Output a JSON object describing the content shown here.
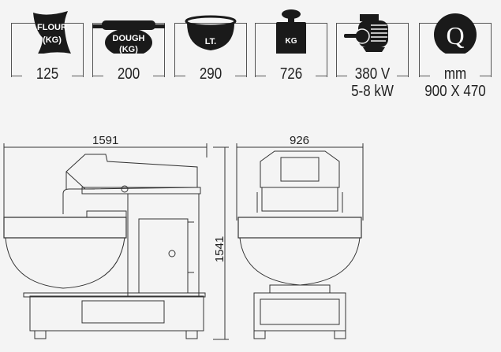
{
  "specs": [
    {
      "icon": "flour-sack-icon",
      "icon_label_1": "FLOUR",
      "icon_label_2": "(KG)",
      "value": "125"
    },
    {
      "icon": "dough-rolling-pin-icon",
      "icon_label_1": "DOUGH",
      "icon_label_2": "(KG)",
      "value": "200"
    },
    {
      "icon": "bowl-icon",
      "icon_label_1": "LT.",
      "value": "290"
    },
    {
      "icon": "weight-icon",
      "icon_label_1": "KG",
      "value": "726"
    },
    {
      "icon": "electric-motor-icon",
      "value_1": "380 V",
      "value_2": "5-8 kW"
    },
    {
      "icon": "bowl-dimension-q-icon",
      "icon_label_1": "Q",
      "value_1": "mm",
      "value_2": "900 X 470"
    }
  ],
  "dimensions": {
    "width_side": "1591",
    "height": "1541",
    "width_front": "926"
  }
}
